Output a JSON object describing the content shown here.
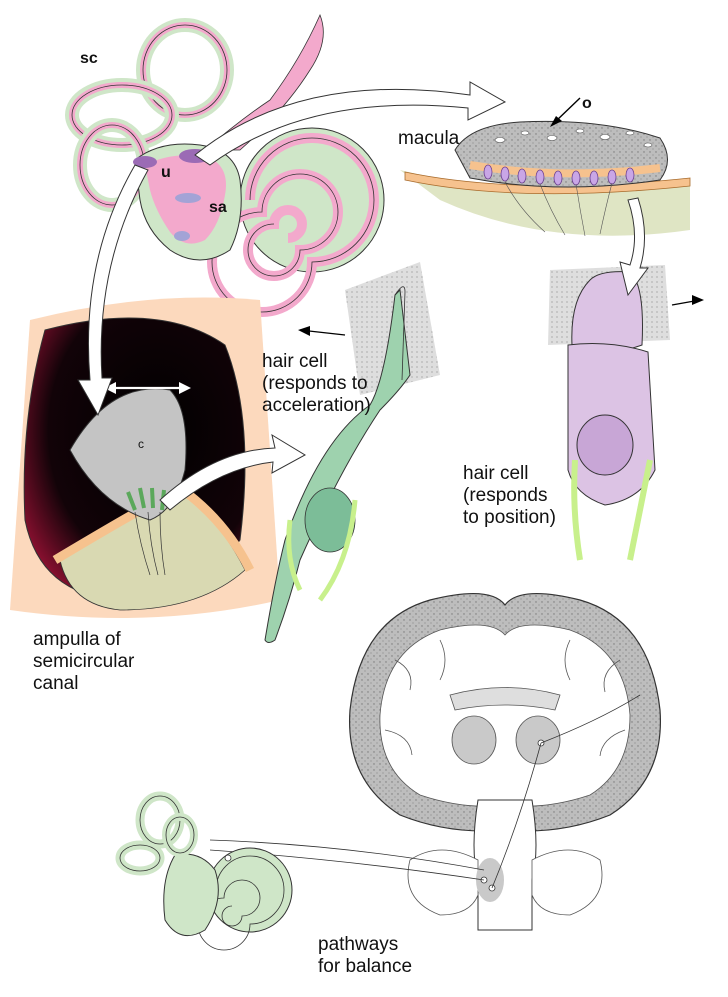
{
  "labels": {
    "sc": "sc",
    "u": "u",
    "sa": "sa",
    "o": "o",
    "c": "c",
    "macula": "macula",
    "hair_cell_acceleration": "hair cell\n(responds to\nacceleration)",
    "hair_cell_position": "hair cell\n(responds\nto position)",
    "ampulla": "ampulla of\nsemicircular\ncanal",
    "pathways": "pathways\nfor balance"
  },
  "colors": {
    "pink": "#f3a9cc",
    "green": "#cfe6c8",
    "purple": "#9b6bb5",
    "orange": "#f6c28e",
    "gray": "#b9b9b9",
    "lilac": "#dcc3e4",
    "lime": "#c8f08c",
    "dark": "#2a0a12",
    "peach": "#fcd9bd"
  }
}
